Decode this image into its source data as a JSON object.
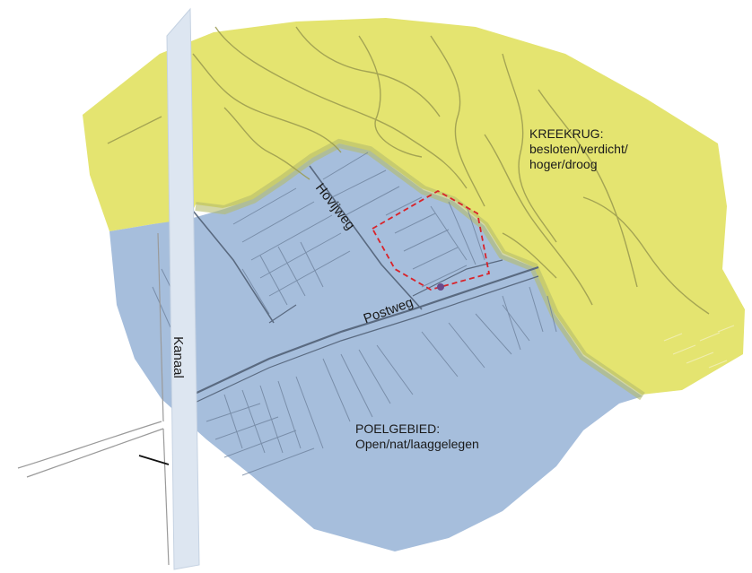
{
  "zones": {
    "kreekrug": {
      "title": "KREEKRUG:",
      "line1": "besloten/verdicht/",
      "line2": "hoger/droog",
      "color": "#e4e470"
    },
    "poelgebied": {
      "title": "POELGEBIED:",
      "line1": "Open/nat/laaggelegen",
      "color": "#a6bedc"
    }
  },
  "roads": {
    "hovijweg": "Hovijweg",
    "postweg": "Postweg",
    "kanaal": "Kanaal"
  },
  "plot_boundary_color": "#d9232a",
  "canal_color": "#dde6f1"
}
